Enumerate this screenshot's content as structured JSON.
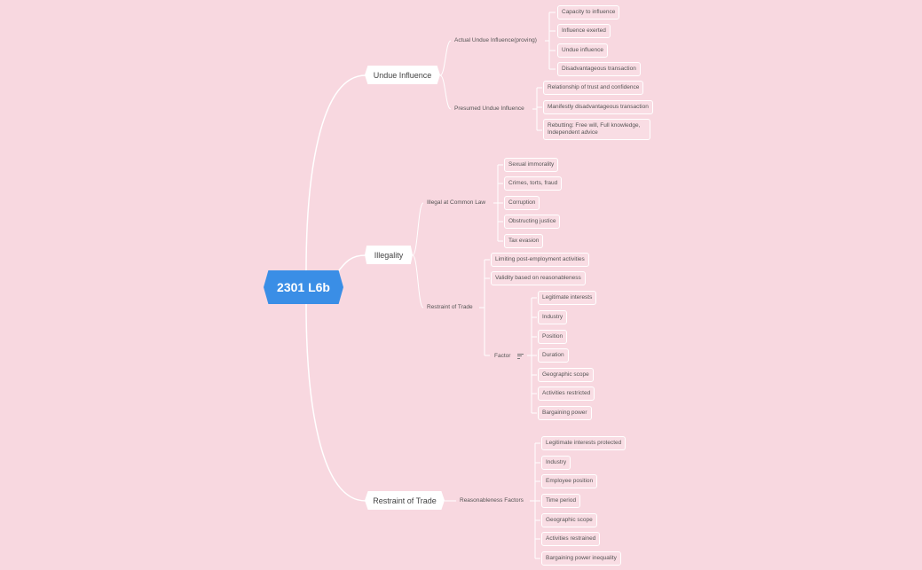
{
  "root": "2301 L6b",
  "branches": {
    "undue": {
      "label": "Undue Influence",
      "actual": {
        "label": "Actual Undue Influence(proving)",
        "items": [
          "Capacity to influence",
          "Influence exerted",
          "Undue influence",
          "Disadvantageous transaction"
        ]
      },
      "presumed": {
        "label": "Presumed Undue Influence",
        "items": [
          "Relationship of trust and confidence",
          "Manifestly disadvantageous transaction",
          "Rebutting: Free will, Full knowledge, Independent advice"
        ]
      }
    },
    "illegality": {
      "label": "Illegality",
      "common": {
        "label": "Illegal at Common Law",
        "items": [
          "Sexual immorality",
          "Crimes, torts, fraud",
          "Corruption",
          "Obstructing justice",
          "Tax evasion"
        ]
      },
      "restraint": {
        "label": "Restraint of Trade",
        "items": [
          "Limiting post-employment activities",
          "Validity based on reasonableness"
        ],
        "factor": {
          "label": "Factor",
          "icon": "note-icon",
          "items": [
            "Legitimate interests",
            "Industry",
            "Position",
            "Duration",
            "Geographic scope",
            "Activities restricted",
            "Bargaining power"
          ]
        }
      }
    },
    "restraint": {
      "label": "Restraint of Trade",
      "reasonable": {
        "label": "Reasonableness Factors",
        "items": [
          "Legitimate interests protected",
          "Industry",
          "Employee position",
          "Time period",
          "Geographic scope",
          "Activities restrained",
          "Bargaining power inequality"
        ]
      }
    }
  },
  "colors": {
    "background": "#f8d8e0",
    "root": "#3a8ee6",
    "line": "#ffffff"
  }
}
